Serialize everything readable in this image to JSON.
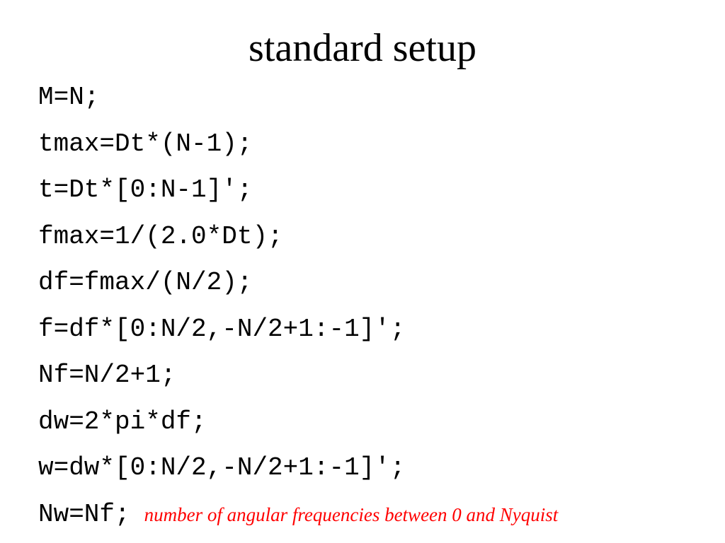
{
  "title": "standard setup",
  "colors": {
    "text": "#000000",
    "comment": "#ff0000",
    "background": "#ffffff"
  },
  "code_lines": [
    "M=N;",
    "tmax=Dt*(N-1);",
    "t=Dt*[0:N-1]';",
    "fmax=1/(2.0*Dt);",
    "df=fmax/(N/2);",
    "f=df*[0:N/2,-N/2+1:-1]';",
    "Nf=N/2+1;",
    "dw=2*pi*df;",
    "w=dw*[0:N/2,-N/2+1:-1]';",
    "Nw=Nf;"
  ],
  "comment": "number of angular  frequencies between 0 and Nyquist"
}
